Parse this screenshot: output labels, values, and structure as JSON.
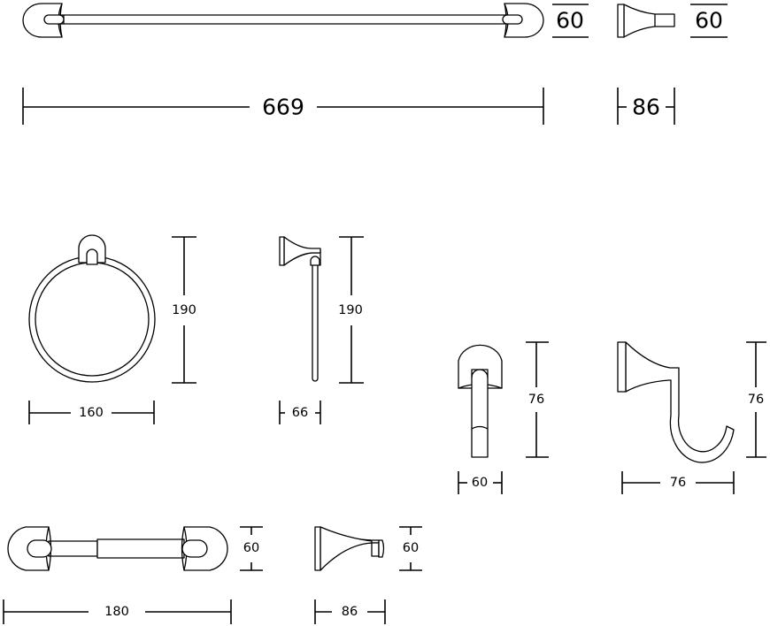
{
  "dimensions": {
    "towel_bar_length": "669",
    "towel_bar_height": "60",
    "towel_bar_side_height": "60",
    "towel_bar_depth": "86",
    "ring_height": "190",
    "ring_width": "160",
    "ring_side_height": "190",
    "ring_side_depth": "66",
    "hook_front_height": "76",
    "hook_front_width": "60",
    "hook_side_height": "76",
    "hook_side_depth": "76",
    "holder_width": "180",
    "holder_height": "60",
    "holder_side_height": "60",
    "holder_side_depth": "86"
  },
  "colors": {
    "line": "#000000",
    "background": "#ffffff"
  }
}
